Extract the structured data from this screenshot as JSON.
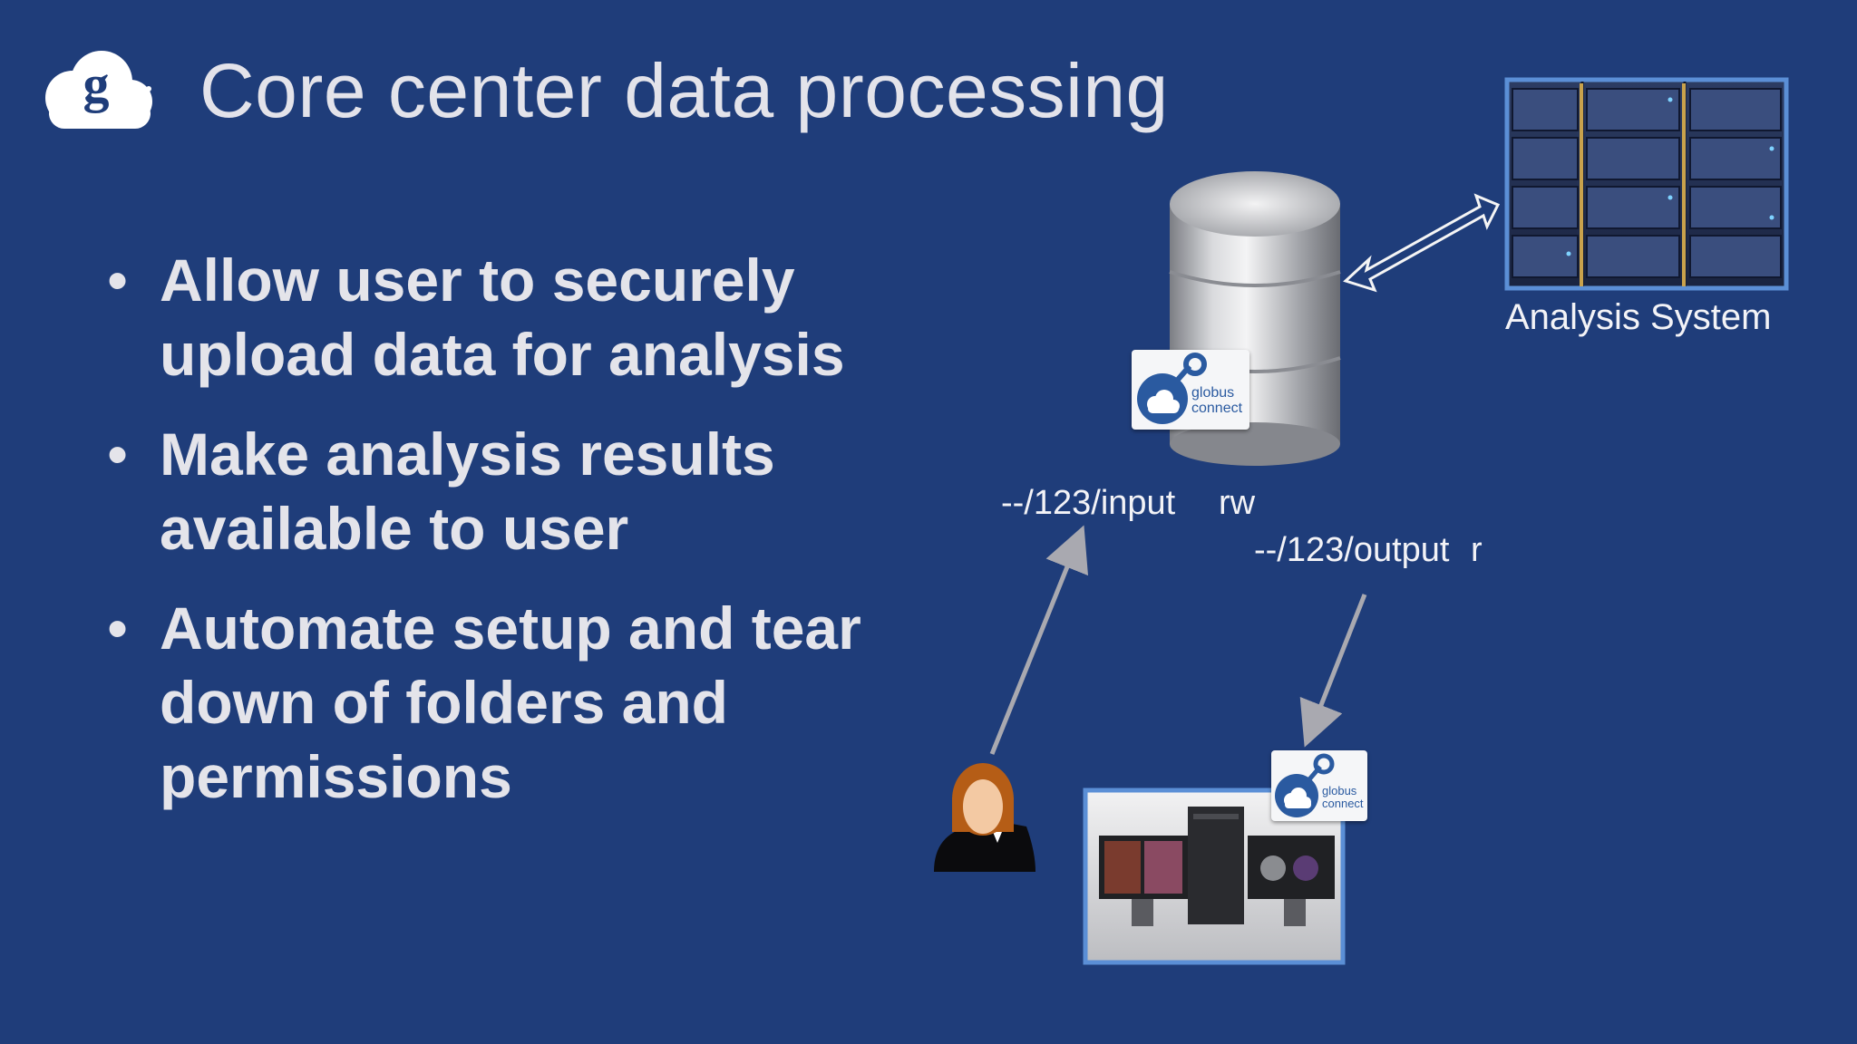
{
  "slide": {
    "title": "Core center data processing",
    "bullets": [
      "Allow user to securely upload data for analysis",
      "Make analysis results available to user",
      "Automate setup and tear down of folders and permissions"
    ],
    "bullet_glyph": "•"
  },
  "diagram": {
    "input_path": "--/123/input",
    "input_perm": "rw",
    "output_path": "--/123/output",
    "output_perm": "r",
    "analysis_caption": "Analysis System",
    "badge_line1": "globus",
    "badge_line2": "connect"
  },
  "icons": {
    "logo": "globus-cloud-logo-icon",
    "database": "database-icon",
    "server": "server-rack-icon",
    "user": "user-woman-icon",
    "workstation": "workstation-icon",
    "badge": "globus-connect-icon"
  },
  "colors": {
    "background": "#1f3d7a",
    "text": "#e4e4ea",
    "frame": "#5b8fd6",
    "arrow": "#a9a9b0"
  }
}
